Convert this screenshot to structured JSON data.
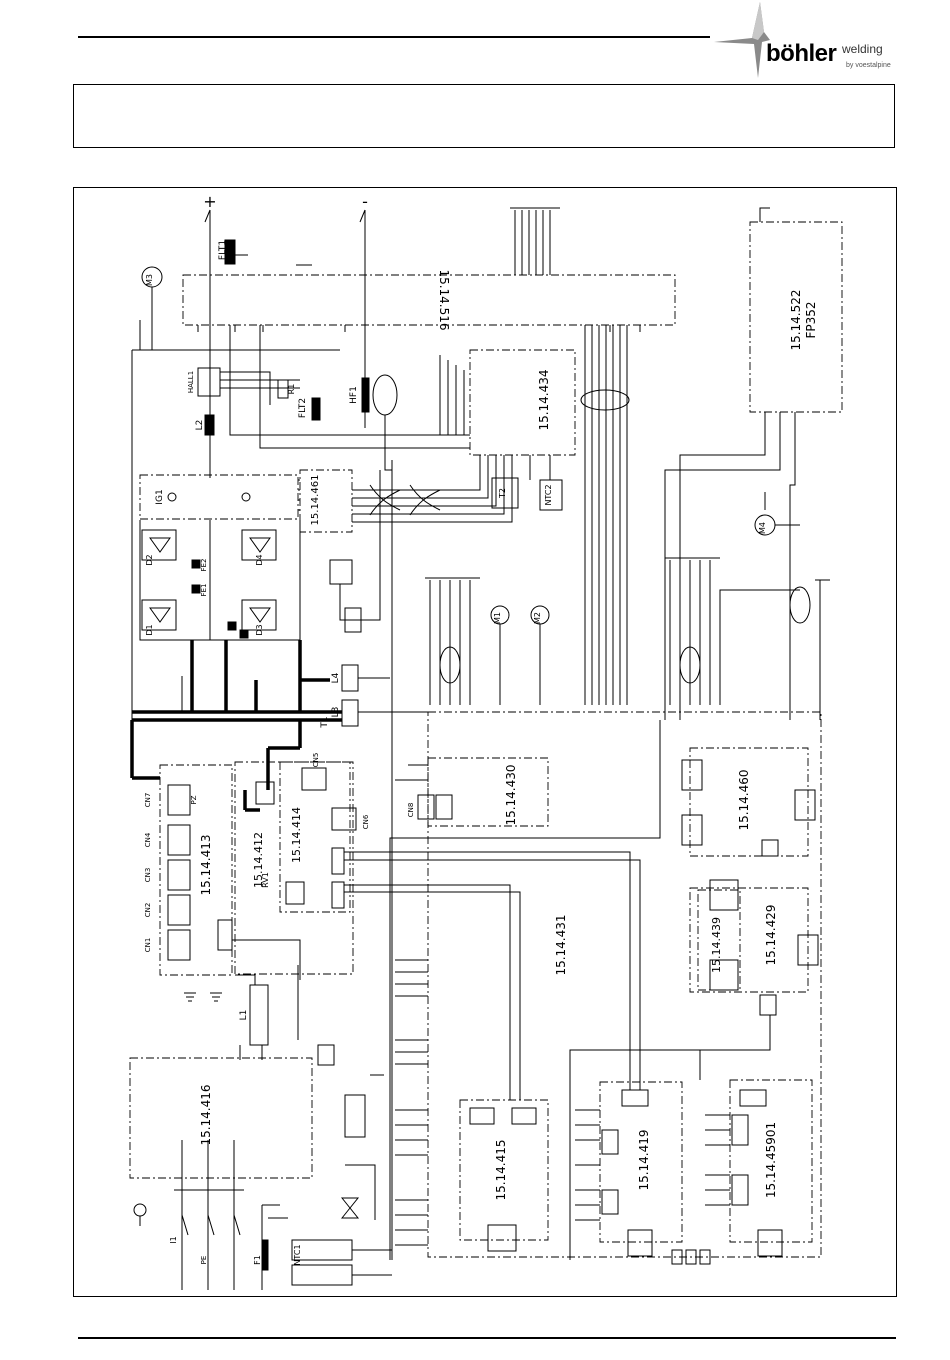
{
  "brand": {
    "name": "böhler",
    "sub": "welding",
    "by": "by voestalpine"
  },
  "colors": {
    "ink": "#000000",
    "paper": "#ffffff",
    "logo_grey": "#8a8a8a"
  },
  "boards": [
    {
      "id": "b516",
      "label": "15.14.516"
    },
    {
      "id": "b434",
      "label": "15.14.434"
    },
    {
      "id": "b522",
      "label": "15.14.522"
    },
    {
      "id": "bfp",
      "label": "FP352"
    },
    {
      "id": "b461",
      "label": "15.14.461"
    },
    {
      "id": "b413",
      "label": "15.14.413"
    },
    {
      "id": "b412",
      "label": "15.14.412"
    },
    {
      "id": "b414",
      "label": "15.14.414"
    },
    {
      "id": "b430",
      "label": "15.14.430"
    },
    {
      "id": "b431",
      "label": "15.14.431"
    },
    {
      "id": "b460",
      "label": "15.14.460"
    },
    {
      "id": "b429",
      "label": "15.14.429"
    },
    {
      "id": "b439",
      "label": "15.14.439"
    },
    {
      "id": "b416",
      "label": "15.14.416"
    },
    {
      "id": "b415",
      "label": "15.14.415"
    },
    {
      "id": "b419",
      "label": "15.14.419"
    },
    {
      "id": "b45901",
      "label": "15.14.45901"
    }
  ],
  "components": [
    {
      "id": "plus",
      "label": "+"
    },
    {
      "id": "minus",
      "label": "-"
    },
    {
      "id": "flt1",
      "label": "FLT1"
    },
    {
      "id": "flt2",
      "label": "FLT2"
    },
    {
      "id": "hf1",
      "label": "HF1"
    },
    {
      "id": "hall1",
      "label": "HALL1"
    },
    {
      "id": "r1",
      "label": "R1"
    },
    {
      "id": "l2",
      "label": "L2"
    },
    {
      "id": "ig1",
      "label": "IG1"
    },
    {
      "id": "m3",
      "label": "M3"
    },
    {
      "id": "m1",
      "label": "M1"
    },
    {
      "id": "m2",
      "label": "M2"
    },
    {
      "id": "m4",
      "label": "M4"
    },
    {
      "id": "ntc2",
      "label": "NTC2"
    },
    {
      "id": "t2",
      "label": "T2"
    },
    {
      "id": "t1",
      "label": "T1"
    },
    {
      "id": "l3",
      "label": "L3"
    },
    {
      "id": "l4",
      "label": "L4"
    },
    {
      "id": "l1",
      "label": "L1"
    },
    {
      "id": "d1",
      "label": "D1"
    },
    {
      "id": "d2",
      "label": "D2"
    },
    {
      "id": "d3",
      "label": "D3"
    },
    {
      "id": "d4",
      "label": "D4"
    },
    {
      "id": "fe1",
      "label": "FE1"
    },
    {
      "id": "fe2",
      "label": "FE2"
    },
    {
      "id": "rv1",
      "label": "RV1"
    },
    {
      "id": "i1",
      "label": "I1"
    },
    {
      "id": "f1",
      "label": "F1"
    },
    {
      "id": "ntc1",
      "label": "NTC1"
    },
    {
      "id": "pe",
      "label": "PE"
    },
    {
      "id": "cn1",
      "label": "CN1"
    },
    {
      "id": "cn2",
      "label": "CN2"
    },
    {
      "id": "cn3",
      "label": "CN3"
    },
    {
      "id": "cn4",
      "label": "CN4"
    },
    {
      "id": "cn5",
      "label": "CN5"
    },
    {
      "id": "cn6",
      "label": "CN6"
    },
    {
      "id": "cn7",
      "label": "CN7"
    },
    {
      "id": "cn8",
      "label": "CN8"
    },
    {
      "id": "pz",
      "label": "PZ"
    }
  ]
}
